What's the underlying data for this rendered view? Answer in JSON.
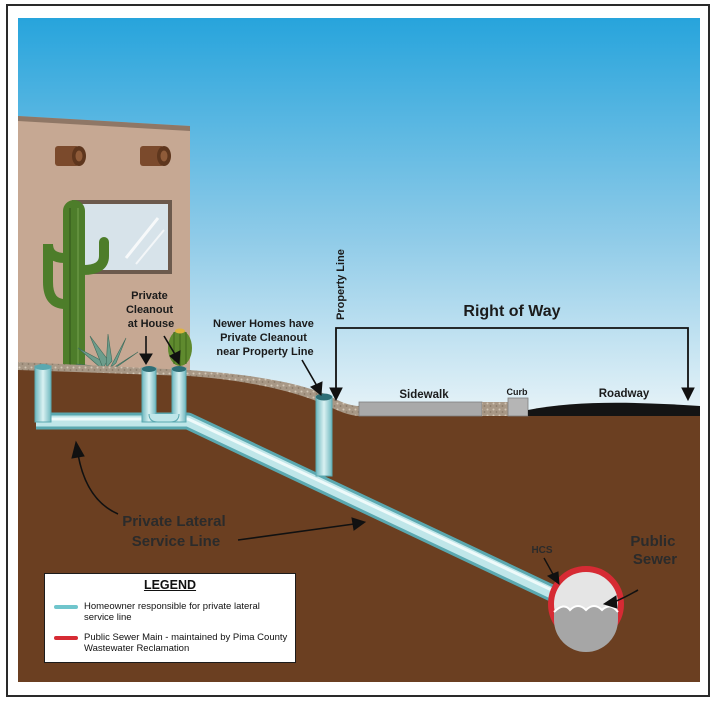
{
  "diagram": {
    "labels": {
      "private_cleanout_house": [
        "Private",
        "Cleanout",
        "at House"
      ],
      "newer_homes": [
        "Newer Homes have",
        "Private Cleanout",
        "near Property Line"
      ],
      "property_line": "Property Line",
      "right_of_way": "Right of Way",
      "sidewalk": "Sidewalk",
      "curb": "Curb",
      "roadway": "Roadway",
      "private_lateral": [
        "Private Lateral",
        "Service Line"
      ],
      "hcs": "HCS",
      "public_sewer": [
        "Public",
        "Sewer"
      ]
    },
    "colors": {
      "sky_top": "#27a4dc",
      "sky_bottom": "#e4f2f8",
      "soil": "#6b3f21",
      "house": "#c6a893",
      "lateral_pipe": "#9cd4d8",
      "sewer_main": "#d62b34",
      "sidewalk": "#a9a9a9",
      "roadway": "#141414",
      "gravel": "#b0a08e"
    }
  },
  "legend": {
    "title": "LEGEND",
    "items": [
      {
        "text": "Homeowner responsible for private lateral service line",
        "color": "#6fc5cc"
      },
      {
        "text": "Public Sewer Main - maintained by Pima County Wastewater Reclamation",
        "color": "#d62b34"
      }
    ]
  }
}
